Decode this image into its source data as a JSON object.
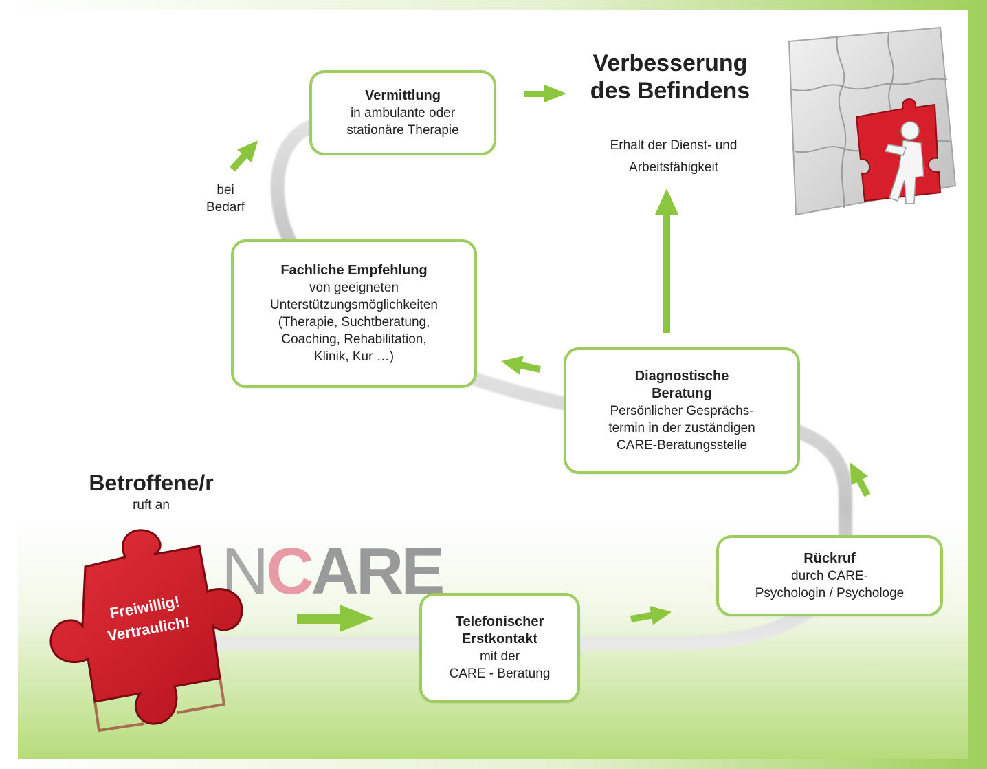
{
  "top_goal": {
    "heading_line1": "Verbesserung",
    "heading_line2": "des Befindens",
    "sub_line1": "Erhalt der Dienst- und",
    "sub_line2": "Arbeitsfähigkeit"
  },
  "caller": {
    "heading": "Betroffene/r",
    "sub": "ruft an"
  },
  "side_note": {
    "line1": "bei",
    "line2": "Bedarf"
  },
  "logo": {
    "n": "N",
    "c": "C",
    "rest": "ARE"
  },
  "puzzle_piece": {
    "line1": "Freiwillig!",
    "line2": "Vertraulich!",
    "color": "#d71f2b"
  },
  "steps": {
    "vermittlung": {
      "title": "Vermittlung",
      "lines": [
        "in ambulante oder",
        "stationäre Therapie"
      ]
    },
    "empfehlung": {
      "title": "Fachliche Empfehlung",
      "lines": [
        "von geeigneten",
        "Unterstützungsmöglichkeiten",
        "(Therapie, Suchtberatung,",
        "Coaching, Rehabilitation,",
        "Klinik, Kur …)"
      ]
    },
    "diagnostik": {
      "title_line1": "Diagnostische",
      "title_line2": "Beratung",
      "lines": [
        "Persönlicher Gesprächs-",
        "termin in der zuständigen",
        "CARE-Beratungsstelle"
      ]
    },
    "rueckruf": {
      "title": "Rückruf",
      "lines": [
        "durch CARE-",
        "Psychologin / Psychologe"
      ]
    },
    "erstkontakt": {
      "title_line1": "Telefonischer",
      "title_line2": "Erstkontakt",
      "lines": [
        "mit der",
        "CARE - Beratung"
      ]
    }
  },
  "colors": {
    "accent_green": "#8cc63f",
    "box_border": "#9ccd5e",
    "road_gray": "#c8c8c8",
    "logo_gray": "#9a9a9a",
    "logo_pink": "#e89aa6"
  }
}
